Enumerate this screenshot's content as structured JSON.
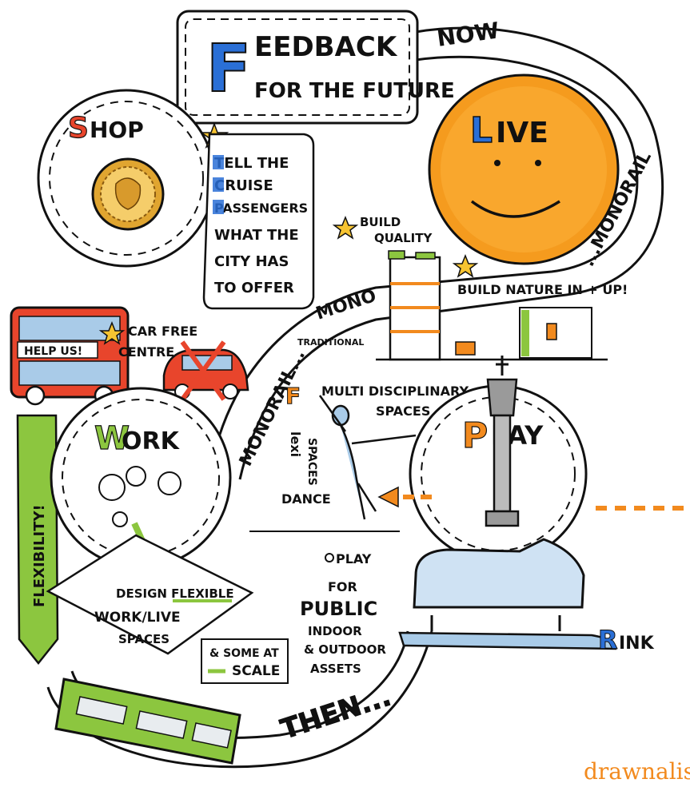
{
  "title": {
    "initial": "F",
    "rest": "EEDBACK",
    "line2": "FOR THE FUTURE"
  },
  "path_labels": {
    "now": "NOW",
    "then": "THEN...",
    "monorail_right": "...MONORAIL",
    "mono_mid": "MONO",
    "monorail_left": "MONORAIL...",
    "traditional": "TRADITIONAL"
  },
  "live": {
    "initial": "L",
    "rest": "IVE"
  },
  "shop": {
    "initial": "S",
    "rest": "HOP"
  },
  "work": {
    "initial": "W",
    "rest": "ORK"
  },
  "play": {
    "initial": "P",
    "rest": "LAY"
  },
  "rink": {
    "initial": "R",
    "rest": "INK"
  },
  "tcp_note": {
    "lines": [
      "TELL THE",
      "CRUISE",
      "PASSENGERS",
      "WHAT THE",
      "CITY HAS",
      "TO OFFER"
    ]
  },
  "build": {
    "quality": [
      "BUILD",
      "QUALITY"
    ],
    "nature": "BUILD NATURE IN + UP!"
  },
  "car_free": [
    "CAR FREE",
    "CENTRE"
  ],
  "bus_sign": "HELP US!",
  "flexibility": "FLEXIBILITY!",
  "flexi": {
    "initial": "F",
    "rest": "lexi",
    "spaces": "SPACES"
  },
  "multi": [
    "MULTI DISCIPLINARY",
    "SPACES"
  ],
  "dance": "DANCE",
  "play_note": [
    "PLAY",
    "FOR",
    "PUBLIC",
    "INDOOR",
    "& OUTDOOR",
    "ASSETS"
  ],
  "design_note": [
    "DESIGN FLEXIBLE",
    "WORK/LIVE",
    "SPACES"
  ],
  "scale_note": [
    "& SOME AT",
    "SCALE"
  ],
  "logo": "drawnalism",
  "colors": {
    "blue": "#2a6fd6",
    "orange": "#f28a1e",
    "green": "#8cc63f",
    "red": "#e8452c",
    "light_blue": "#a9cbe8",
    "grey": "#9a9a9a"
  }
}
